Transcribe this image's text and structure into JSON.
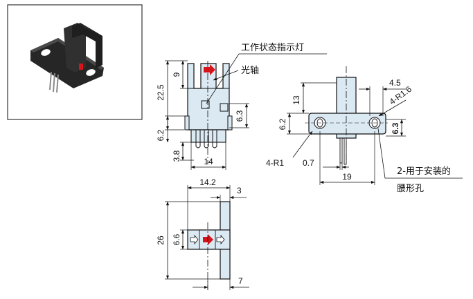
{
  "labels": {
    "indicator": "工作状态指示灯",
    "optical_axis": "光轴",
    "mount_holes_line1": "2-用于安装的",
    "mount_holes_line2": "腰形孔",
    "radius_r1": "4-R1",
    "radius_r16": "4-R1.6"
  },
  "front_view_dims": {
    "d22_5": "22.5",
    "d9": "9",
    "d6_3": "6.3",
    "d6_2": "6.2",
    "d3_8": "3.8",
    "d14": "14"
  },
  "side_view_dims": {
    "d13": "13",
    "d6_2": "6.2",
    "d4_5": "4.5",
    "d6_3": "6.3",
    "d0_7": "0.7",
    "d19": "19"
  },
  "top_view_dims": {
    "d14_2": "14.2",
    "d3": "3",
    "d26": "26",
    "d6_6": "6.6",
    "d7": "7"
  },
  "colors": {
    "line": "#111111",
    "body_fill": "#dbe9f3",
    "indicator_red": "#d8141b",
    "photo_body": "#2d2d2d",
    "photo_border": "#333333"
  },
  "icons": {
    "indicator": "red-arrow-icon",
    "beam": "outline-arrow-icon"
  }
}
